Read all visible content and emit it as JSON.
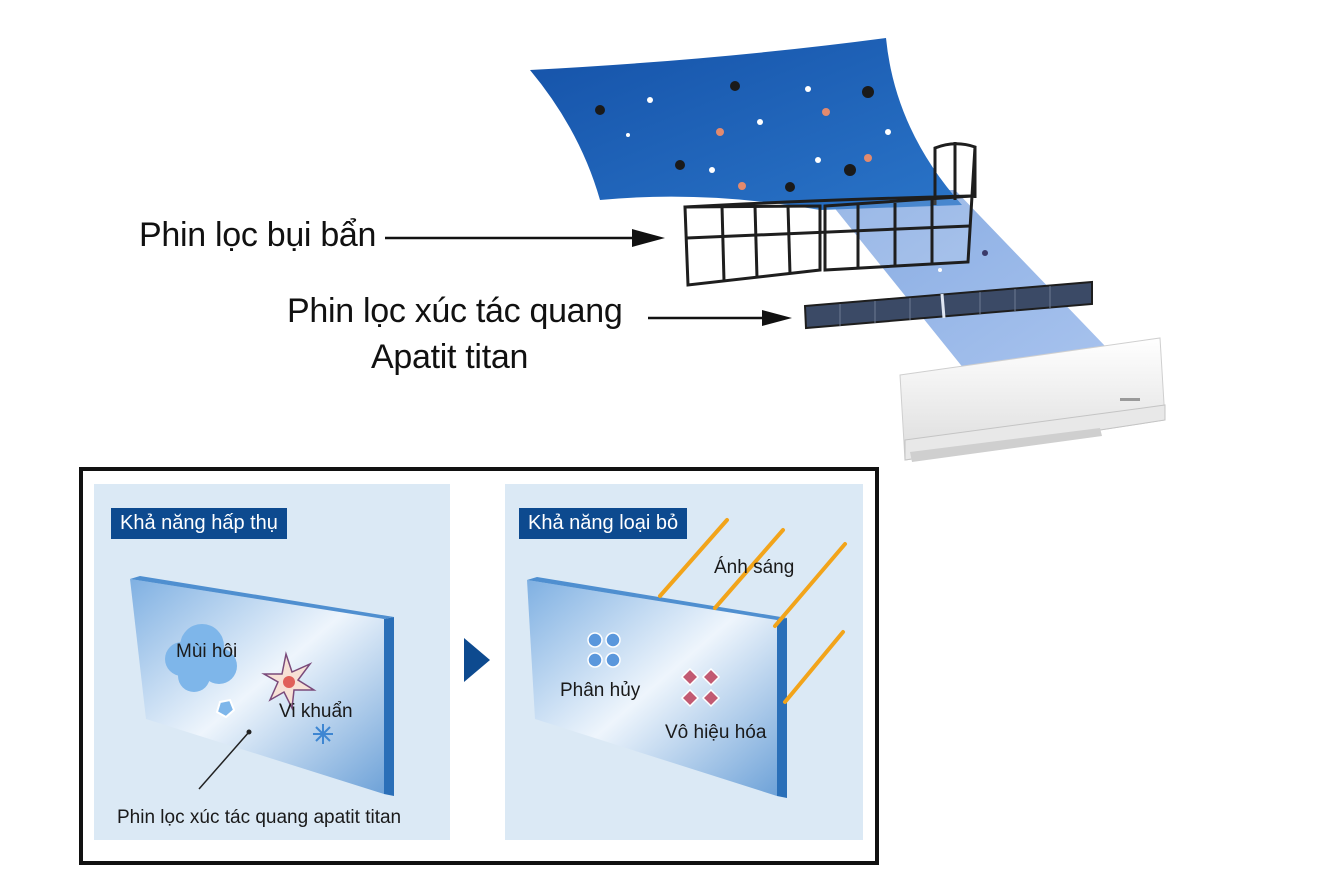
{
  "top": {
    "dust_filter_label": "Phin lọc bụi bẩn",
    "photocatalytic_label_line1": "Phin lọc xúc tác quang",
    "photocatalytic_label_line2": "Apatit titan"
  },
  "panel_left": {
    "title": "Khả năng hấp thụ",
    "odor_label": "Mùi hôi",
    "bacteria_label": "Vi khuẩn",
    "filter_label": "Phin lọc xúc tác quang apatit titan"
  },
  "panel_right": {
    "title": "Khả năng loại bỏ",
    "light_label": "Ánh sáng",
    "decompose_label": "Phân hủy",
    "deactivate_label": "Vô hiệu hóa"
  },
  "colors": {
    "airflow_blue": "#1e5fb3",
    "title_bar": "#0d4a8f",
    "panel_bg": "#dbe9f5",
    "light_ray": "#f2a41a"
  }
}
